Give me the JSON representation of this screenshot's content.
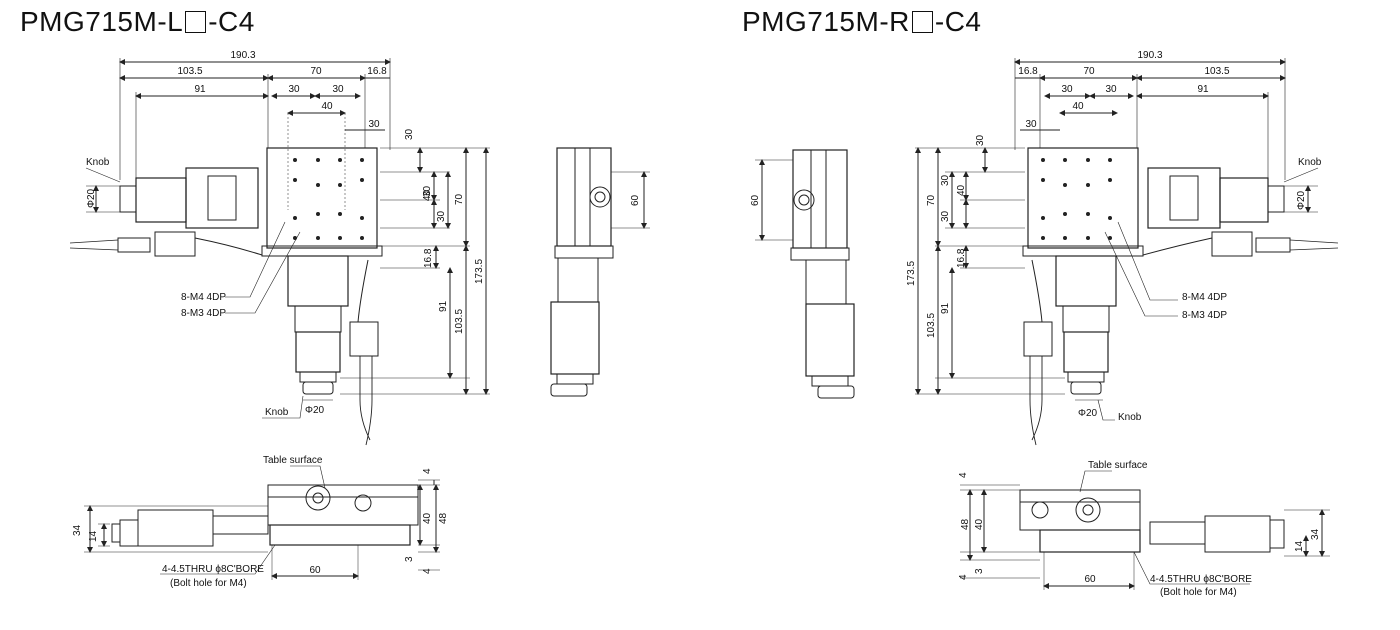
{
  "titles": {
    "left": {
      "prefix": "PMG715M-L",
      "suffix": "-C4"
    },
    "right": {
      "prefix": "PMG715M-R",
      "suffix": "-C4"
    }
  },
  "left": {
    "top_dims": {
      "overall": "190.3",
      "d103_5": "103.5",
      "d70": "70",
      "d16_8": "16.8",
      "d91": "91",
      "d30a": "30",
      "d30b": "30",
      "d40": "40",
      "d30c": "30"
    },
    "right_dims": {
      "d30": "30",
      "d30b": "30",
      "d40": "40",
      "d30c": "30",
      "d70": "70",
      "d16_8": "16.8",
      "d91": "91",
      "d103_5": "103.5",
      "d173_5": "173.5"
    },
    "side_dim": "60",
    "labels": {
      "knob_top": "Knob",
      "phi20_side": "Φ20",
      "m4": "8-M4 4DP",
      "m3": "8-M3 4DP",
      "knob_bottom": "Knob",
      "phi20_bottom": "Φ20"
    },
    "front": {
      "table_surface": "Table surface",
      "d4a": "4",
      "d40": "40",
      "d48": "48",
      "d3": "3",
      "d4b": "4",
      "d34": "34",
      "d14": "14",
      "d60": "60",
      "bolt": "4-4.5THRU ϕ8C'BORE",
      "bolt_note": "(Bolt hole for M4)"
    }
  },
  "right": {
    "top_dims": {
      "overall": "190.3",
      "d103_5": "103.5",
      "d70": "70",
      "d16_8": "16.8",
      "d91": "91",
      "d30a": "30",
      "d30b": "30",
      "d40": "40",
      "d30c": "30"
    },
    "left_dims": {
      "d30": "30",
      "d30b": "30",
      "d40": "40",
      "d30c": "30",
      "d70": "70",
      "d16_8": "16.8",
      "d91": "91",
      "d103_5": "103.5",
      "d173_5": "173.5"
    },
    "side_dim": "60",
    "labels": {
      "knob_top": "Knob",
      "phi20_side": "Φ20",
      "m4": "8-M4 4DP",
      "m3": "8-M3 4DP",
      "knob_bottom": "Knob",
      "phi20_bottom": "Φ20"
    },
    "front": {
      "table_surface": "Table surface",
      "d4a": "4",
      "d40": "40",
      "d48": "48",
      "d3": "3",
      "d4b": "4",
      "d34": "34",
      "d14": "14",
      "d60": "60",
      "bolt": "4-4.5THRU ϕ8C'BORE",
      "bolt_note": "(Bolt hole for M4)"
    }
  }
}
